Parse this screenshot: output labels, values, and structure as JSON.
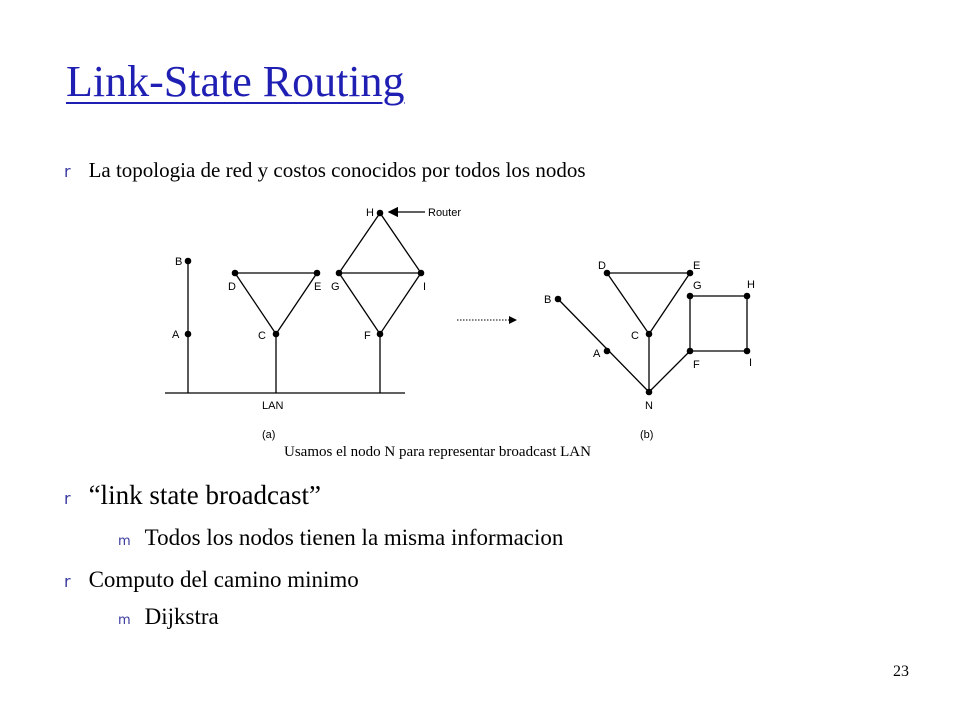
{
  "slide": {
    "title": "Link-State Routing",
    "bullets": [
      {
        "text": "La topologia de red y costos conocidos por todos los nodos",
        "marker": "r"
      },
      {
        "text": "“link state broadcast”",
        "marker": "r"
      },
      {
        "text": "Todos los nodos tienen la misma informacion",
        "marker": "m"
      },
      {
        "text": "Computo del camino minimo",
        "marker": "r"
      },
      {
        "text": "Dijkstra",
        "marker": "m"
      }
    ],
    "caption": "Usamos el nodo N para representar broadcast LAN",
    "page_number": "23"
  },
  "diagram_a": {
    "label": "(a)",
    "lan_label": "LAN",
    "router_label": "Router",
    "nodes": {
      "A": "A",
      "B": "B",
      "C": "C",
      "D": "D",
      "E": "E",
      "F": "F",
      "G": "G",
      "H": "H",
      "I": "I"
    }
  },
  "diagram_b": {
    "label": "(b)",
    "nodes": {
      "A": "A",
      "B": "B",
      "C": "C",
      "D": "D",
      "E": "E",
      "F": "F",
      "G": "G",
      "H": "H",
      "I": "I",
      "N": "N"
    }
  }
}
